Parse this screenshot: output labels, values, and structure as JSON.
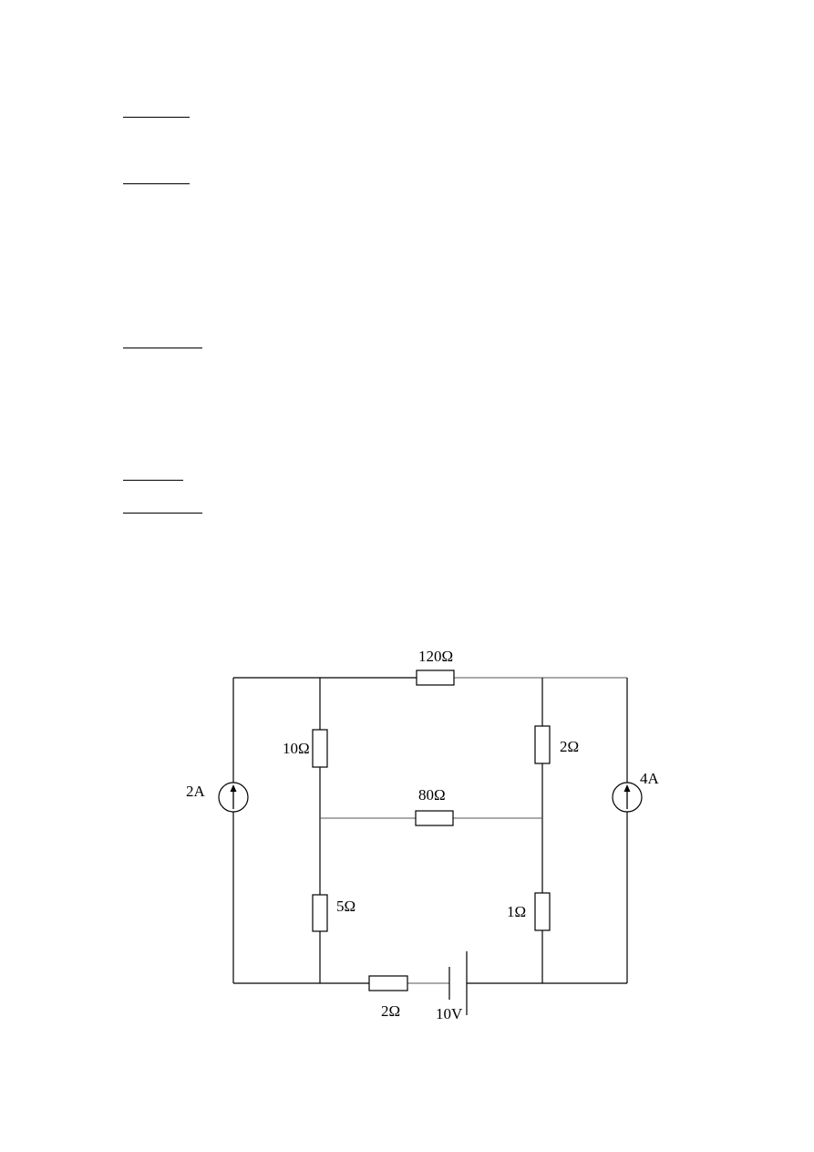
{
  "circuit": {
    "components": {
      "r_top": {
        "label": "120Ω"
      },
      "r_left_upper": {
        "label": "10Ω"
      },
      "r_right_upper": {
        "label": "2Ω"
      },
      "r_middle": {
        "label": "80Ω"
      },
      "r_left_lower": {
        "label": "5Ω"
      },
      "r_right_lower": {
        "label": "1Ω"
      },
      "r_bottom": {
        "label": "2Ω"
      },
      "current_source_left": {
        "label": "2A"
      },
      "current_source_right": {
        "label": "4A"
      },
      "battery": {
        "label": "10V"
      }
    }
  }
}
